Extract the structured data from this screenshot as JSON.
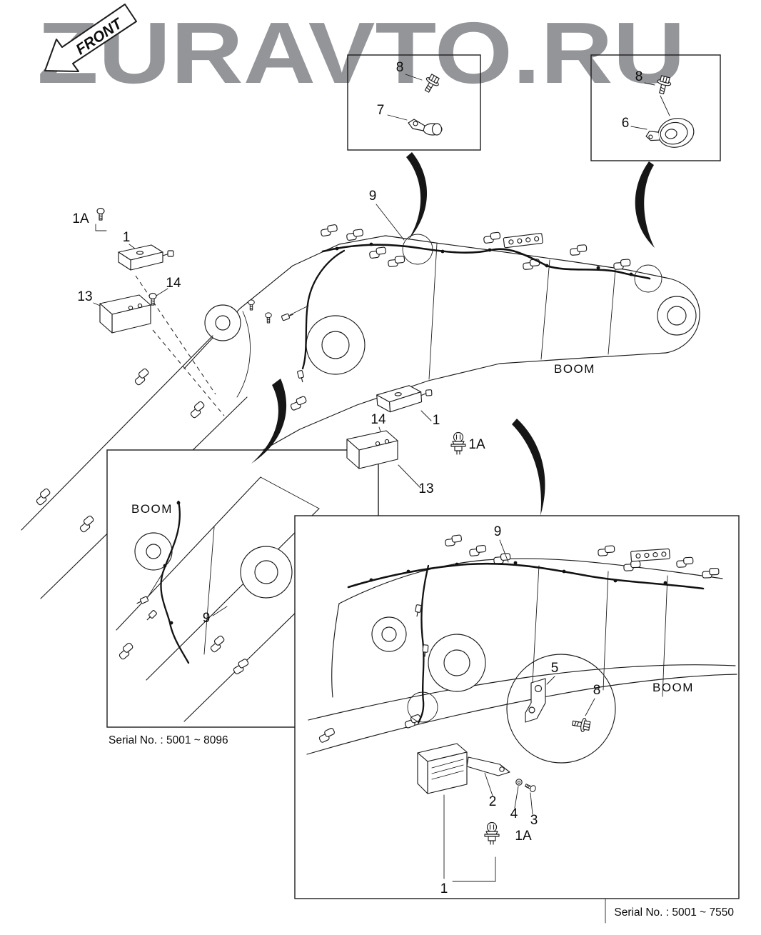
{
  "watermark": "ZURAVTO.RU",
  "front_arrow": {
    "label": "FRONT"
  },
  "callouts": {
    "top_box_left": {
      "bolt": "8",
      "clamp": "7"
    },
    "top_box_right": {
      "bolt": "8",
      "horn": "6"
    },
    "main": {
      "harness": "9",
      "boom": "BOOM",
      "left": {
        "screw": "1A",
        "lamp": "1",
        "relay": "13",
        "bolt": "14"
      },
      "middle": {
        "bolt": "14",
        "lamp": "1",
        "bulb": "1A",
        "relay": "13"
      }
    },
    "inset_left": {
      "boom": "BOOM",
      "harness": "9",
      "serial": "Serial No. : 5001 ~ 8096"
    },
    "inset_right": {
      "harness": "9",
      "boom": "BOOM",
      "bracket": "5",
      "bolt": "8",
      "lamp": "2",
      "washer": "4",
      "screw": "3",
      "bulb": "1A",
      "assembly": "1",
      "serial": "Serial No. : 5001 ~ 7550"
    }
  }
}
